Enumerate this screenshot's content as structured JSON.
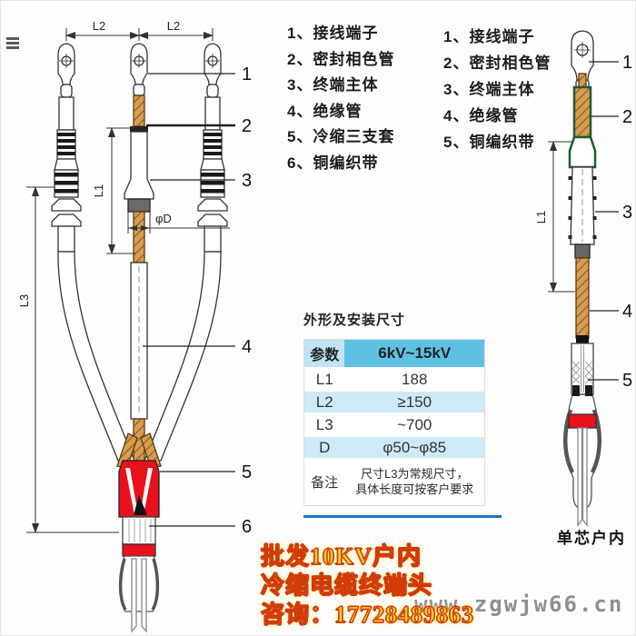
{
  "lists": {
    "three_core": {
      "items": [
        "1、接线端子",
        "2、密封相色管",
        "3、终端主体",
        "4、绝缘管",
        "5、冷缩三支套",
        "6、铜编织带"
      ]
    },
    "single_core": {
      "items": [
        "1、接线端子",
        "2、密封相色管",
        "3、终端主体",
        "4、绝缘管",
        "5、铜编织带"
      ]
    }
  },
  "dimensions": {
    "heading": "外形及安装尺寸",
    "table": {
      "col_param": "参数",
      "col_range": "6kV~15kV",
      "rows": [
        {
          "param": "L1",
          "value": "188"
        },
        {
          "param": "L2",
          "value": "≥150"
        },
        {
          "param": "L3",
          "value": "~700"
        },
        {
          "param": "D",
          "value": "φ50~φ85"
        }
      ],
      "remark_label": "备注",
      "remark_line1": "尺寸L3为常规尺寸，",
      "remark_line2": "具体长度可按客户要求"
    }
  },
  "banner": {
    "line1": "批发10KV户内",
    "line2": "冷缩电缆终端头",
    "line3": "咨询：17728489863"
  },
  "watermark": {
    "text": "www.zgwjw66.cn"
  },
  "left_diagram": {
    "callouts": [
      "1",
      "2",
      "3",
      "4",
      "5",
      "6"
    ],
    "dim_l1": "L1",
    "dim_l2": "L2",
    "dim_l3": "L3",
    "dim_d": "φD"
  },
  "right_diagram": {
    "callouts": [
      "1",
      "2",
      "3",
      "4",
      "5"
    ],
    "dim_l1": "L1",
    "caption": "单芯户内"
  },
  "colors": {
    "table_header_bg": "#5ec1e4",
    "table_header_param_bg": "#bfe4f3",
    "table_row_alt_bg": "#cdeaf6",
    "rule_blue": "#1878c8",
    "banner_fill": "#ffd21e",
    "banner_outline": "#d23c0a",
    "watermark_gray": "#8f8f8f",
    "copper": "#d79c52",
    "boot_red": "#e8111c",
    "seal_green": "#1d5c33"
  }
}
